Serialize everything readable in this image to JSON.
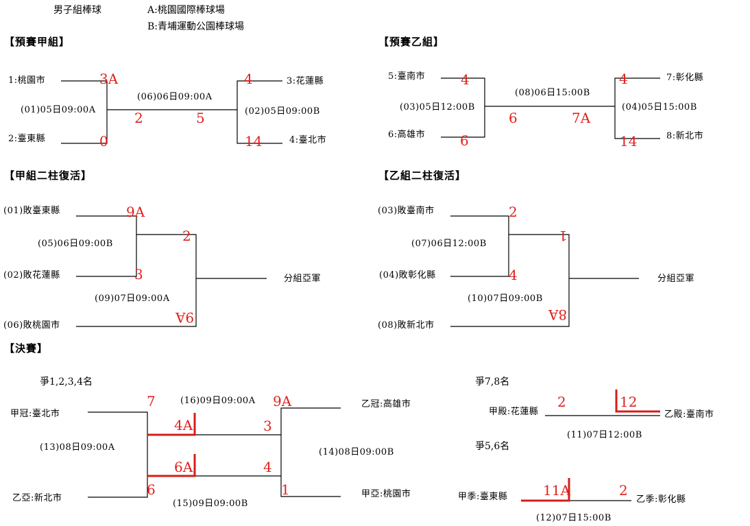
{
  "header": {
    "title": "男子組棒球",
    "venue_a": "A:桃園國際棒球場",
    "venue_b": "B:青埔運動公園棒球場"
  },
  "group_a": {
    "heading": "【預賽甲組】",
    "team1": "1:桃園市",
    "team2": "2:臺東縣",
    "team3": "3:花蓮縣",
    "team4": "4:臺北市",
    "g01": "(01)05日09:00A",
    "g02": "(02)05日09:00B",
    "g06": "(06)06日09:00A",
    "s01_top": "3A",
    "s01_bot": "0",
    "s06_left": "2",
    "s06_right": "5",
    "s02_top": "4",
    "s02_bot": "14"
  },
  "group_b": {
    "heading": "【預賽乙組】",
    "team5": "5:臺南市",
    "team6": "6:高雄市",
    "team7": "7:彰化縣",
    "team8": "8:新北市",
    "g03": "(03)05日12:00B",
    "g04": "(04)05日15:00B",
    "g08": "(08)06日15:00B",
    "s03_top": "4",
    "s03_bot": "6",
    "s08_left": "6",
    "s08_right": "7A",
    "s04_top": "4",
    "s04_bot": "14"
  },
  "rep_a": {
    "heading": "【甲組二柱復活】",
    "t01": "(01)敗臺東縣",
    "t02": "(02)敗花蓮縣",
    "t06": "(06)敗桃園市",
    "g05": "(05)06日09:00B",
    "g09": "(09)07日09:00A",
    "result": "分組亞軍",
    "s05_top": "9A",
    "s05_bot": "3",
    "s09_top": "2",
    "s09_bot": "9A"
  },
  "rep_b": {
    "heading": "【乙組二柱復活】",
    "t03": "(03)敗臺南市",
    "t04": "(04)敗彰化縣",
    "t08": "(08)敗新北市",
    "g07": "(07)06日12:00B",
    "g10": "(10)07日09:00B",
    "result": "分組亞軍",
    "s07_top": "2",
    "s07_bot": "4",
    "s10_top": "1",
    "s10_bot": "8A"
  },
  "final": {
    "heading": "【決賽】",
    "sub_1234": "爭1,2,3,4名",
    "a_champ": "甲冠:臺北市",
    "b_runner": "乙亞:新北市",
    "b_champ": "乙冠:高雄市",
    "a_runner": "甲亞:桃園市",
    "g13": "(13)08日09:00A",
    "g14": "(14)08日09:00B",
    "g15": "(15)09日09:00B",
    "g16": "(16)09日09:00A",
    "s13_top": "7",
    "s13_bot": "6",
    "s16_l": "4A",
    "s16_r": "3",
    "s15_l": "6A",
    "s15_r": "4",
    "s14_top": "9A",
    "s14_bot": "1",
    "sub_78": "爭7,8名",
    "a_last": "甲殿:花蓮縣",
    "b_last": "乙殿:臺南市",
    "g11": "(11)07日12:00B",
    "s11_l": "2",
    "s11_r": "12",
    "sub_56": "爭5,6名",
    "a_third": "甲季:臺東縣",
    "b_third": "乙季:彰化縣",
    "g12": "(12)07日15:00B",
    "s12_l": "11A",
    "s12_r": "2"
  },
  "colors": {
    "score": "#e0201c",
    "line": "#000000"
  }
}
